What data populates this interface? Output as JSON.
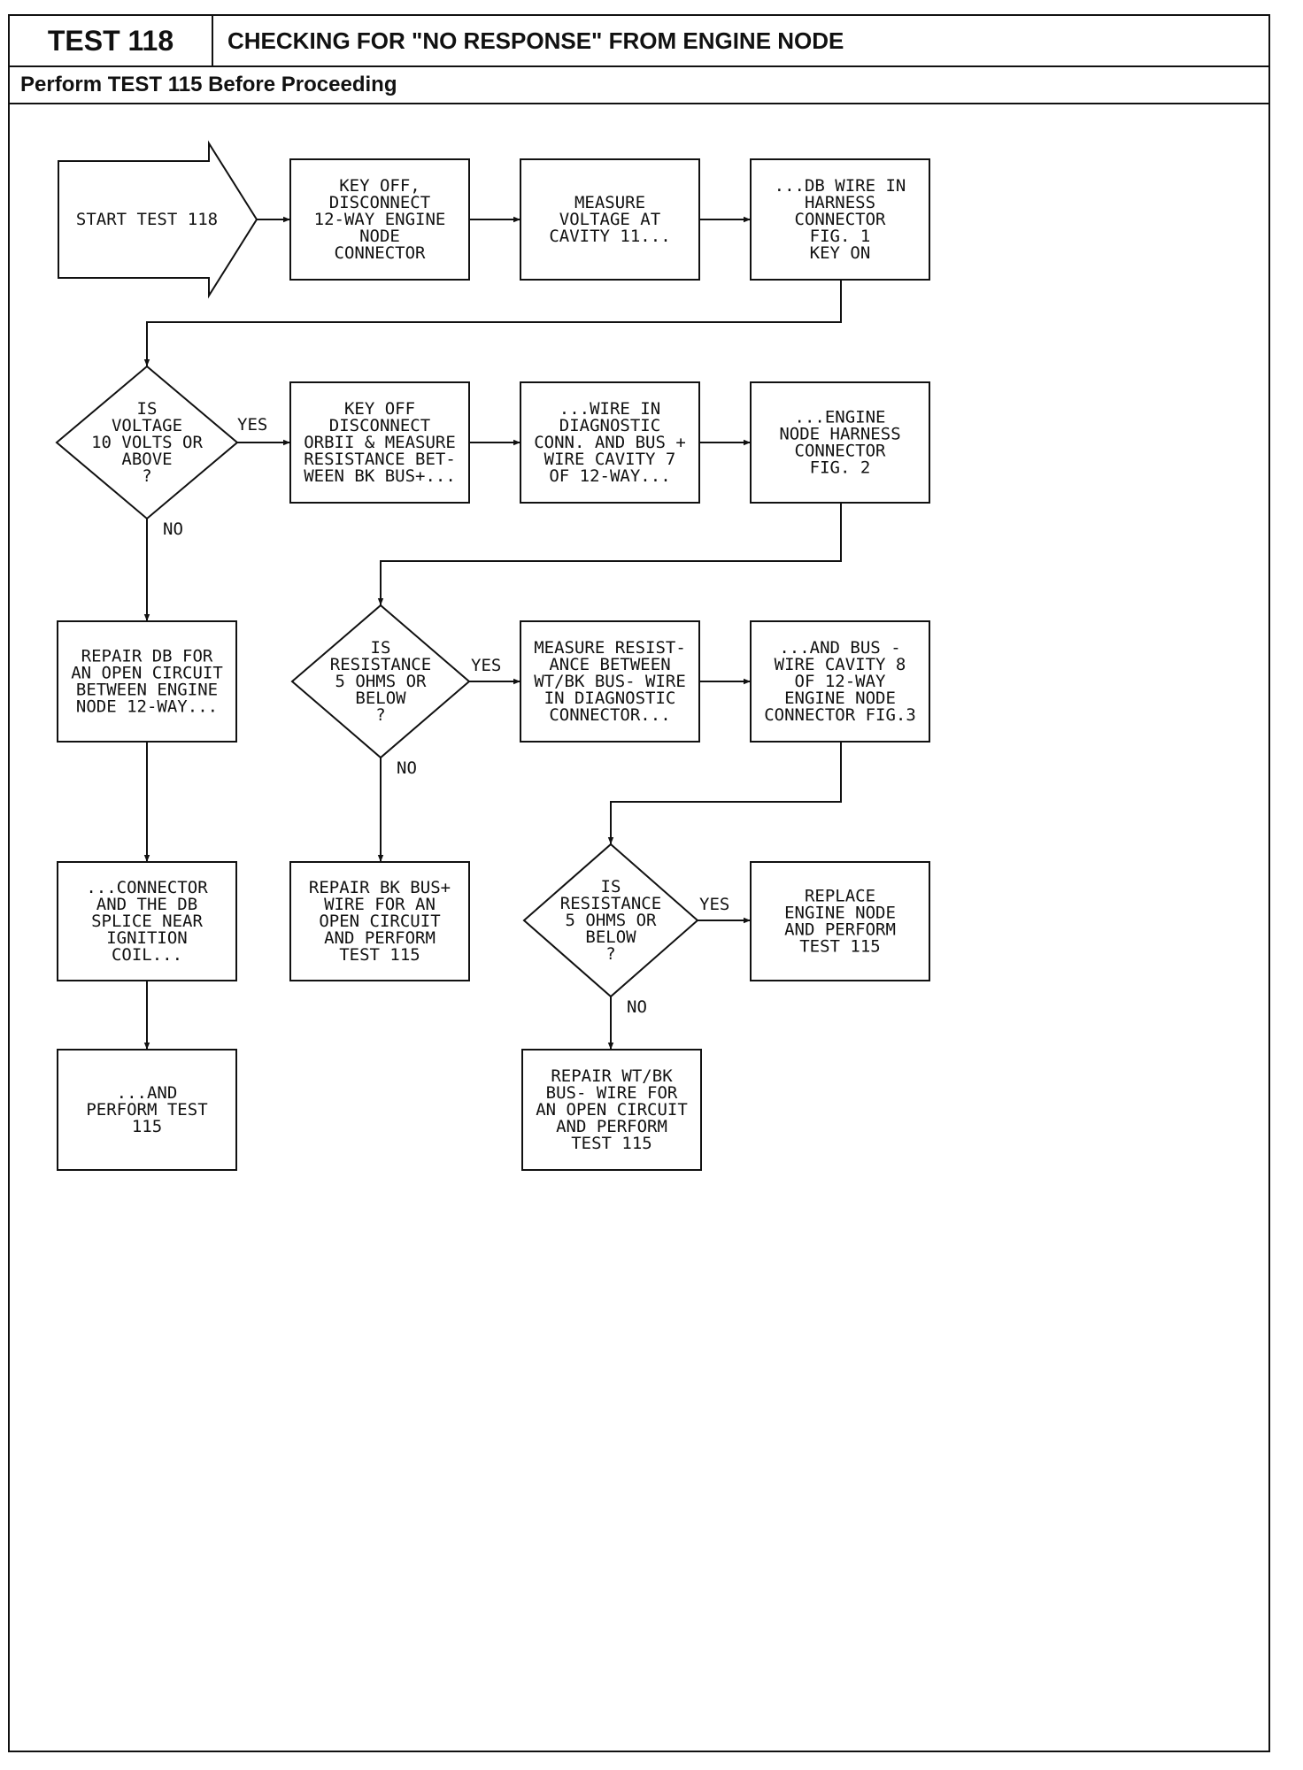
{
  "header": {
    "test_label": "TEST 118",
    "title": "CHECKING FOR \"NO RESPONSE\" FROM ENGINE NODE",
    "subtitle": "Perform TEST 115 Before Proceeding"
  },
  "nodes": {
    "start": {
      "lines": [
        "START TEST 118"
      ]
    },
    "key_off_disconnect": {
      "lines": [
        "KEY OFF,",
        "DISCONNECT",
        "12-WAY ENGINE",
        "NODE",
        "CONNECTOR"
      ]
    },
    "measure_voltage": {
      "lines": [
        "MEASURE",
        "VOLTAGE AT",
        "CAVITY 11..."
      ]
    },
    "db_wire_harness": {
      "lines": [
        "...DB WIRE IN",
        "HARNESS",
        "CONNECTOR",
        "FIG. 1",
        "KEY ON"
      ]
    },
    "is_voltage": {
      "lines": [
        "IS",
        "VOLTAGE",
        "10 VOLTS OR",
        "ABOVE",
        "?"
      ]
    },
    "key_off_disconnect_dbii": {
      "lines": [
        "KEY OFF",
        "DISCONNECT",
        "ORBII & MEASURE",
        "RESISTANCE BET-",
        "WEEN BK BUS+..."
      ]
    },
    "wire_in_diagnostic": {
      "lines": [
        "...WIRE IN",
        "DIAGNOSTIC",
        "CONN. AND BUS +",
        "WIRE CAVITY 7",
        "OF 12-WAY..."
      ]
    },
    "engine_node_harness": {
      "lines": [
        "...ENGINE",
        "NODE HARNESS",
        "CONNECTOR",
        "FIG. 2"
      ]
    },
    "repair_db": {
      "lines": [
        "REPAIR DB FOR",
        "AN OPEN CIRCUIT",
        "BETWEEN ENGINE",
        "NODE 12-WAY..."
      ]
    },
    "is_resistance_1": {
      "lines": [
        "IS",
        "RESISTANCE",
        "5 OHMS OR",
        "BELOW",
        "?"
      ]
    },
    "measure_resistance_wtbk": {
      "lines": [
        "MEASURE RESIST-",
        "ANCE BETWEEN",
        "WT/BK BUS- WIRE",
        "IN DIAGNOSTIC",
        "CONNECTOR..."
      ]
    },
    "and_bus_cavity8": {
      "lines": [
        "...AND BUS -",
        "WIRE CAVITY 8",
        "OF 12-WAY",
        "ENGINE NODE",
        "CONNECTOR FIG.3"
      ]
    },
    "connector_db_splice": {
      "lines": [
        "...CONNECTOR",
        "AND THE DB",
        "SPLICE NEAR",
        "IGNITION",
        "COIL..."
      ]
    },
    "repair_bk_bus": {
      "lines": [
        "REPAIR BK BUS+",
        "WIRE FOR AN",
        "OPEN CIRCUIT",
        "AND PERFORM",
        "TEST 115"
      ]
    },
    "is_resistance_2": {
      "lines": [
        "IS",
        "RESISTANCE",
        "5 OHMS OR",
        "BELOW",
        "?"
      ]
    },
    "replace_engine_node": {
      "lines": [
        "REPLACE",
        "ENGINE NODE",
        "AND PERFORM",
        "TEST 115"
      ]
    },
    "and_perform_test": {
      "lines": [
        "...AND",
        "PERFORM TEST",
        "115"
      ]
    },
    "repair_wtbk_bus": {
      "lines": [
        "REPAIR WT/BK",
        "BUS- WIRE FOR",
        "AN OPEN CIRCUIT",
        "AND PERFORM",
        "TEST 115"
      ]
    }
  },
  "edge_labels": {
    "yes_voltage": "YES",
    "no_voltage": "NO",
    "yes_resistance_1": "YES",
    "no_resistance_1": "NO",
    "yes_resistance_2": "YES",
    "no_resistance_2": "NO"
  }
}
